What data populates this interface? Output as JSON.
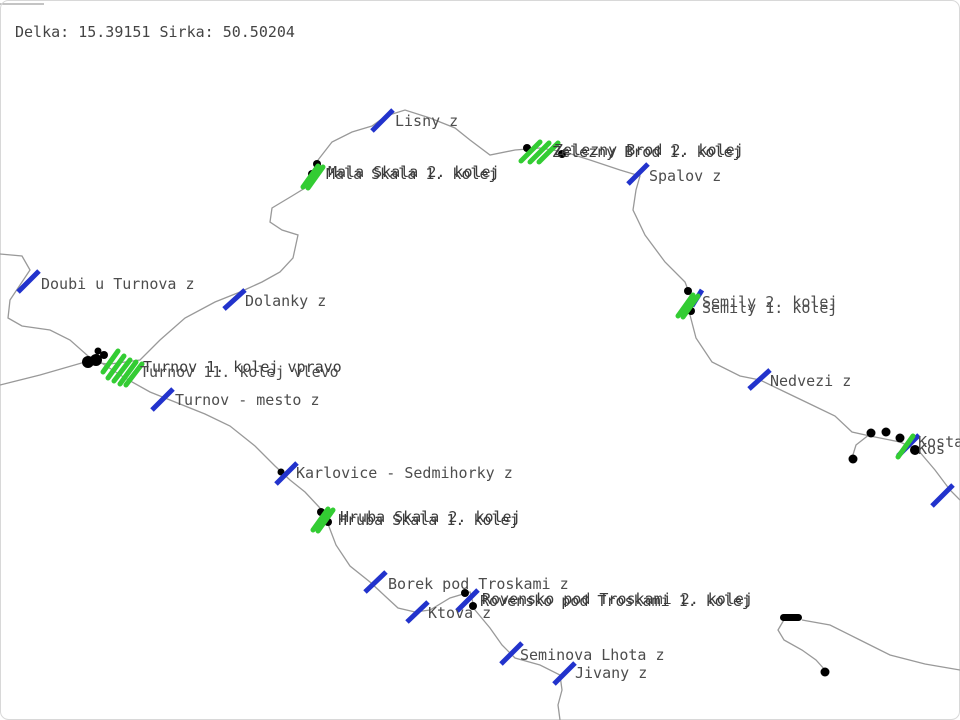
{
  "coords": {
    "text": "Delka: 15.39151 Sirka: 50.50204"
  },
  "stations": [
    {
      "id": "lisny",
      "label": "Lisny z",
      "kind": "stop"
    },
    {
      "id": "mala-skala",
      "label": "Mala Skala 1. kolej",
      "kind": "station",
      "overlay": "Mala Skala 2. kolej"
    },
    {
      "id": "zelezny-brod",
      "label": "Zelezny Brod 1. kolej",
      "kind": "station",
      "overlay": "Zelezny Brod 2. kolej"
    },
    {
      "id": "spalov",
      "label": "Spalov z",
      "kind": "stop"
    },
    {
      "id": "doubi",
      "label": "Doubi u Turnova z",
      "kind": "stop"
    },
    {
      "id": "dolanky",
      "label": "Dolanky z",
      "kind": "stop"
    },
    {
      "id": "semily",
      "label": "Semily 2. kolej",
      "kind": "station",
      "overlay": "Semily 1. kolej"
    },
    {
      "id": "turnov",
      "label": "Turnov 1. kolej vpravo",
      "kind": "station",
      "overlay": "Turnov 11. kolej vlevo"
    },
    {
      "id": "turnov-mesto",
      "label": "Turnov - mesto z",
      "kind": "stop"
    },
    {
      "id": "nedvezi",
      "label": "Nedvezi z",
      "kind": "stop"
    },
    {
      "id": "kostalov",
      "label": "Kostalov",
      "kind": "station",
      "overlay": "Kos"
    },
    {
      "id": "karlovice",
      "label": "Karlovice - Sedmihorky z",
      "kind": "stop"
    },
    {
      "id": "hruba-skala",
      "label": "Hruba Skala 1. kolej",
      "kind": "station",
      "overlay": "Hruba Skala 2. kolej"
    },
    {
      "id": "borek",
      "label": "Borek pod Troskami z",
      "kind": "stop"
    },
    {
      "id": "rovensko",
      "label": "Rovensko pod Troskami 1. kolej",
      "kind": "station",
      "overlay": "Rovensko pod Troskami 2. kolej"
    },
    {
      "id": "ktova",
      "label": "Ktova z",
      "kind": "stop"
    },
    {
      "id": "seminova",
      "label": "Seminova Lhota z",
      "kind": "stop"
    },
    {
      "id": "jivany",
      "label": "Jivany z",
      "kind": "stop"
    }
  ],
  "colors": {
    "track": "#999999",
    "stop_marker": "#2233cc",
    "station_marker": "#33cc33",
    "signal_dot": "#000000",
    "label": "#4d4d4d"
  }
}
